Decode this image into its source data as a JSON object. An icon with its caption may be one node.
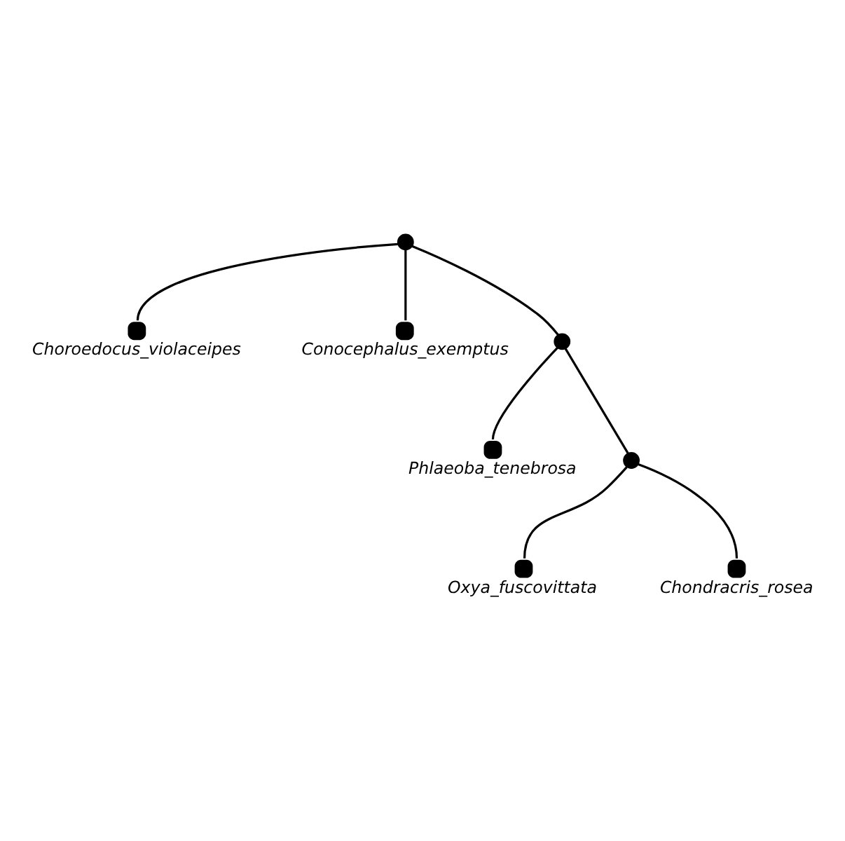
{
  "diagram": {
    "nodes": [
      {
        "text": [],
        "shape": "circle",
        "beside": [
          "Choroedocus_violaceipes"
        ]
      },
      {
        "text": [],
        "shape": "circle",
        "beside": [
          "Conocephalus_exemptus"
        ]
      },
      {
        "text": [],
        "shape": "circle",
        "beside": [
          "Phlaeoba_tenebrosa"
        ]
      },
      {
        "text": [],
        "shape": "circle"
      },
      {
        "text": [],
        "shape": "circle"
      },
      {
        "text": [],
        "shape": "circle"
      },
      {
        "text": [],
        "shape": "circle",
        "beside": [
          "Oxya_fuscovittata"
        ]
      },
      {
        "text": [],
        "shape": "circle",
        "beside": [
          "Chondracris_rosea"
        ]
      }
    ],
    "edges": [
      {
        "from": 3,
        "to": 0,
        "arrow": "none"
      },
      {
        "from": 3,
        "to": 1,
        "arrow": "none"
      },
      {
        "from": 3,
        "to": 4,
        "arrow": "none"
      },
      {
        "from": 4,
        "to": 2,
        "arrow": "none"
      },
      {
        "from": 4,
        "to": 5,
        "arrow": "none"
      },
      {
        "from": 5,
        "to": 6,
        "arrow": "none"
      },
      {
        "from": 5,
        "to": 7,
        "arrow": "none"
      }
    ]
  }
}
